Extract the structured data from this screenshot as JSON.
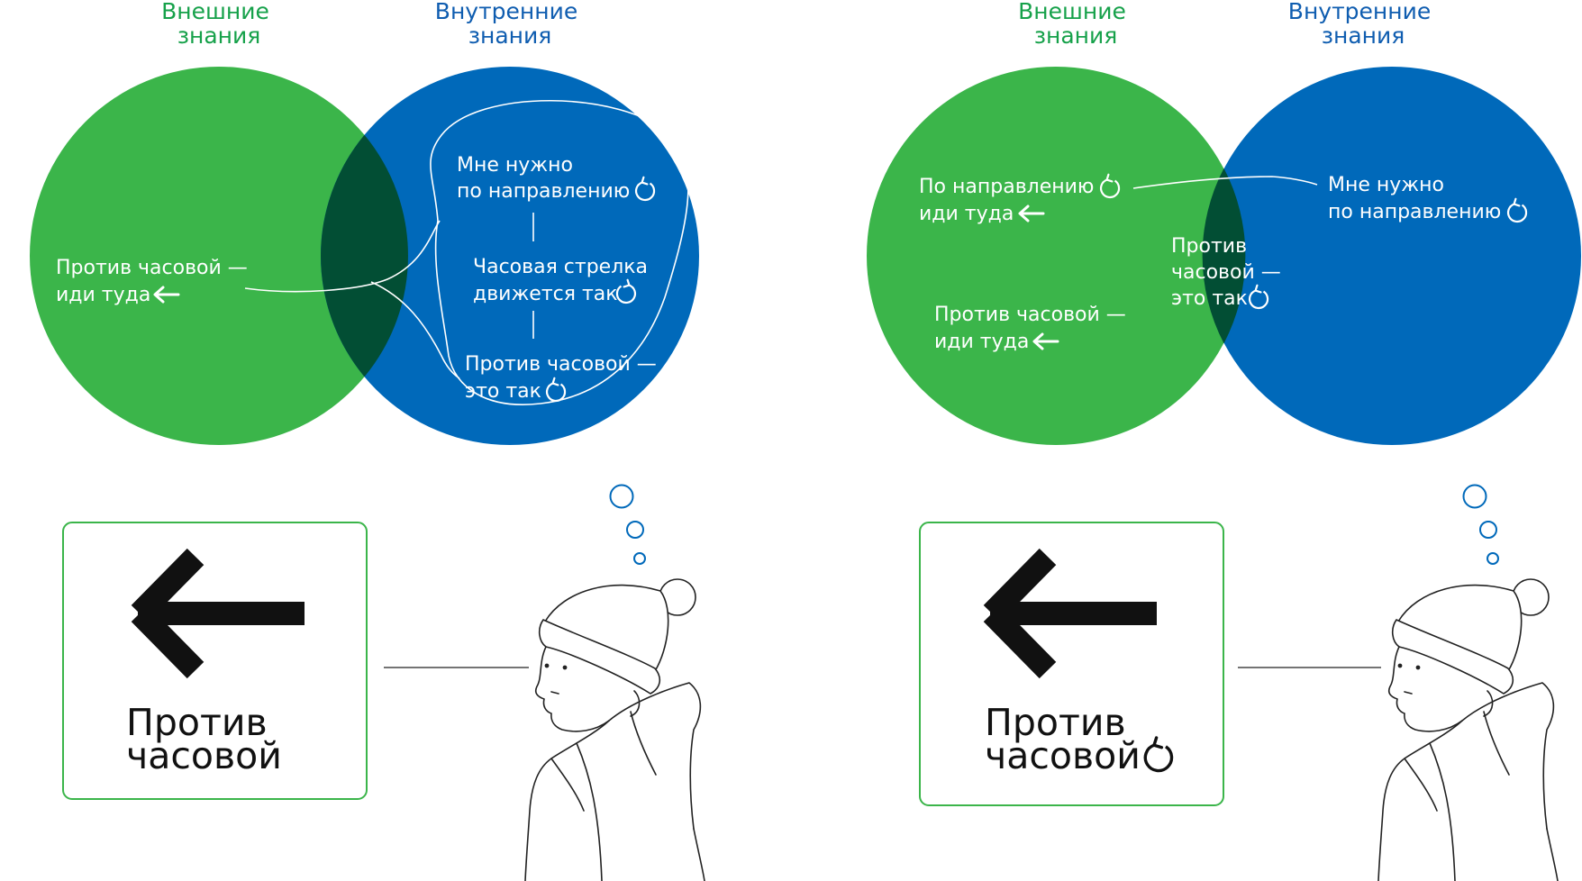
{
  "colors": {
    "green": "#3BB54A",
    "blue": "#0069BA",
    "overlap": "#024E34",
    "green_text": "#16A14A",
    "blue_text": "#0F5DB0",
    "sign_border": "#3BB54A"
  },
  "left_panel": {
    "title_external": [
      "Внешние",
      "знания"
    ],
    "title_internal": [
      "Внутренние",
      "знания"
    ],
    "label_external": [
      "Против часовой —",
      "иди туда"
    ],
    "bubble_line1": [
      "Мне нужно",
      "по направлению"
    ],
    "bubble_line2": [
      "Часовая стрелка",
      "движется так"
    ],
    "bubble_line3": [
      "Против часовой —",
      "это так"
    ],
    "sign_text": [
      "Против",
      "часовой"
    ]
  },
  "right_panel": {
    "title_external": [
      "Внешние",
      "знания"
    ],
    "title_internal": [
      "Внутренние",
      "знания"
    ],
    "label_ext_1": [
      "По направлению",
      "иди туда"
    ],
    "label_ext_2": [
      "Против часовой —",
      "иди туда"
    ],
    "label_overlap": [
      "Против",
      "часовой —",
      "это так"
    ],
    "label_internal": [
      "Мне нужно",
      "по направлению"
    ],
    "sign_text": [
      "Против",
      "часовой"
    ]
  },
  "icons": [
    "counterclockwise-icon",
    "left-arrow-icon",
    "thought-bubble-icon",
    "person-in-hat-illustration"
  ]
}
